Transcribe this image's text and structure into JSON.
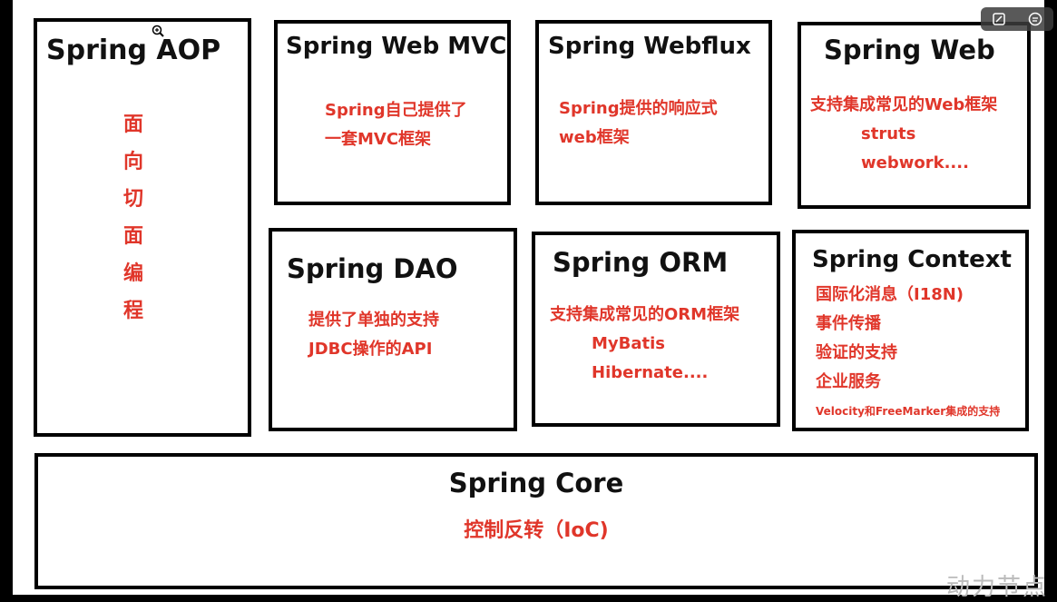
{
  "colors": {
    "accent_red": "#e0362a",
    "border": "#000000",
    "background": "#ffffff"
  },
  "modules": {
    "aop": {
      "title": "Spring AOP",
      "lines": [
        "面",
        "向",
        "切",
        "面",
        "编",
        "程"
      ]
    },
    "webmvc": {
      "title": "Spring Web MVC",
      "lines": [
        "Spring自己提供了",
        "一套MVC框架"
      ]
    },
    "webflux": {
      "title": "Spring Webflux",
      "lines": [
        "Spring提供的响应式",
        "web框架"
      ]
    },
    "web": {
      "title": "Spring Web",
      "lines": [
        "支持集成常见的Web框架",
        "struts",
        "webwork...."
      ]
    },
    "dao": {
      "title": "Spring DAO",
      "lines": [
        "提供了单独的支持",
        "JDBC操作的API"
      ]
    },
    "orm": {
      "title": "Spring ORM",
      "lines": [
        "支持集成常见的ORM框架",
        "MyBatis",
        "Hibernate...."
      ]
    },
    "context": {
      "title": "Spring Context",
      "lines": [
        "国际化消息（I18N)",
        "事件传播",
        "验证的支持",
        "企业服务",
        "Velocity和FreeMarker集成的支持"
      ]
    },
    "core": {
      "title": "Spring Core",
      "lines": [
        "控制反转（IoC)"
      ]
    }
  },
  "toolbar": {
    "icons": [
      "expand-icon",
      "chat-icon"
    ]
  },
  "watermark": "动力节点"
}
